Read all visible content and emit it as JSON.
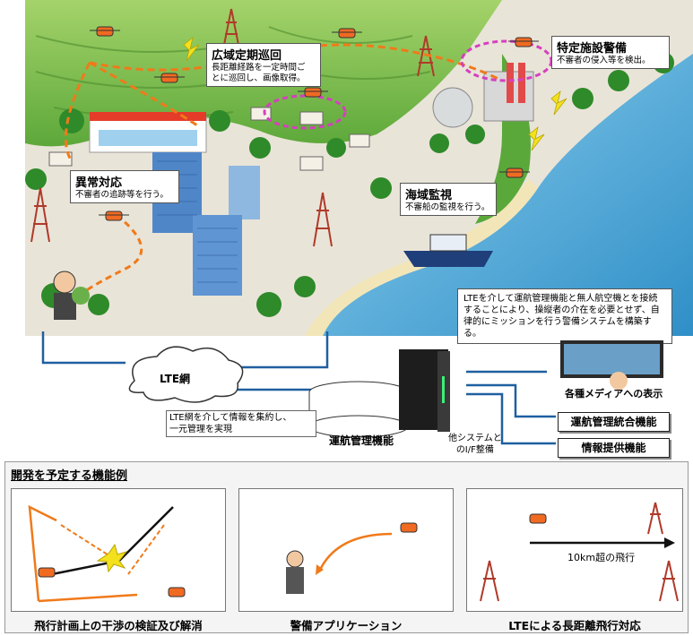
{
  "scene": {
    "patrol": {
      "title": "広域定期巡回",
      "desc": "長距離経路を一定時間ご\nとに巡回し、画像取得。"
    },
    "facility": {
      "title": "特定施設警備",
      "desc": "不審者の侵入等を検出。"
    },
    "anomaly": {
      "title": "異常対応",
      "desc": "不審者の追跡等を行う。"
    },
    "sea": {
      "title": "海域監視",
      "desc": "不審船の監視を行う。"
    },
    "lte_note": "LTEを介して運航管理機能と無人航空機とを接続することにより、操縦者の介在を必要とせず、自律的にミッションを行う警備システムを構築する。"
  },
  "network": {
    "cloud_label": "LTE網",
    "aggregate_note": "LTE網を介して情報を集約し、\n一元管理を実現",
    "server_label": "運航管理機能",
    "other_systems": "他システムと\nのI/F整備",
    "media_label": "各種メディアへの表示",
    "feature_1": "運航管理統合機能",
    "feature_2": "情報提供機能"
  },
  "examples": {
    "heading": "開発を予定する機能例",
    "panel_1_caption": "飛行計画上の干渉の検証及び解消",
    "panel_2_caption": "警備アプリケーション",
    "panel_3_caption": "LTEによる長距離飛行対応",
    "range_label": "10km超の飛行"
  },
  "colors": {
    "sea": "#4aa8d8",
    "land": "#e8e2d6",
    "field": "#7cc04a",
    "orange": "#f07a1a",
    "link": "#1f5fa0"
  }
}
